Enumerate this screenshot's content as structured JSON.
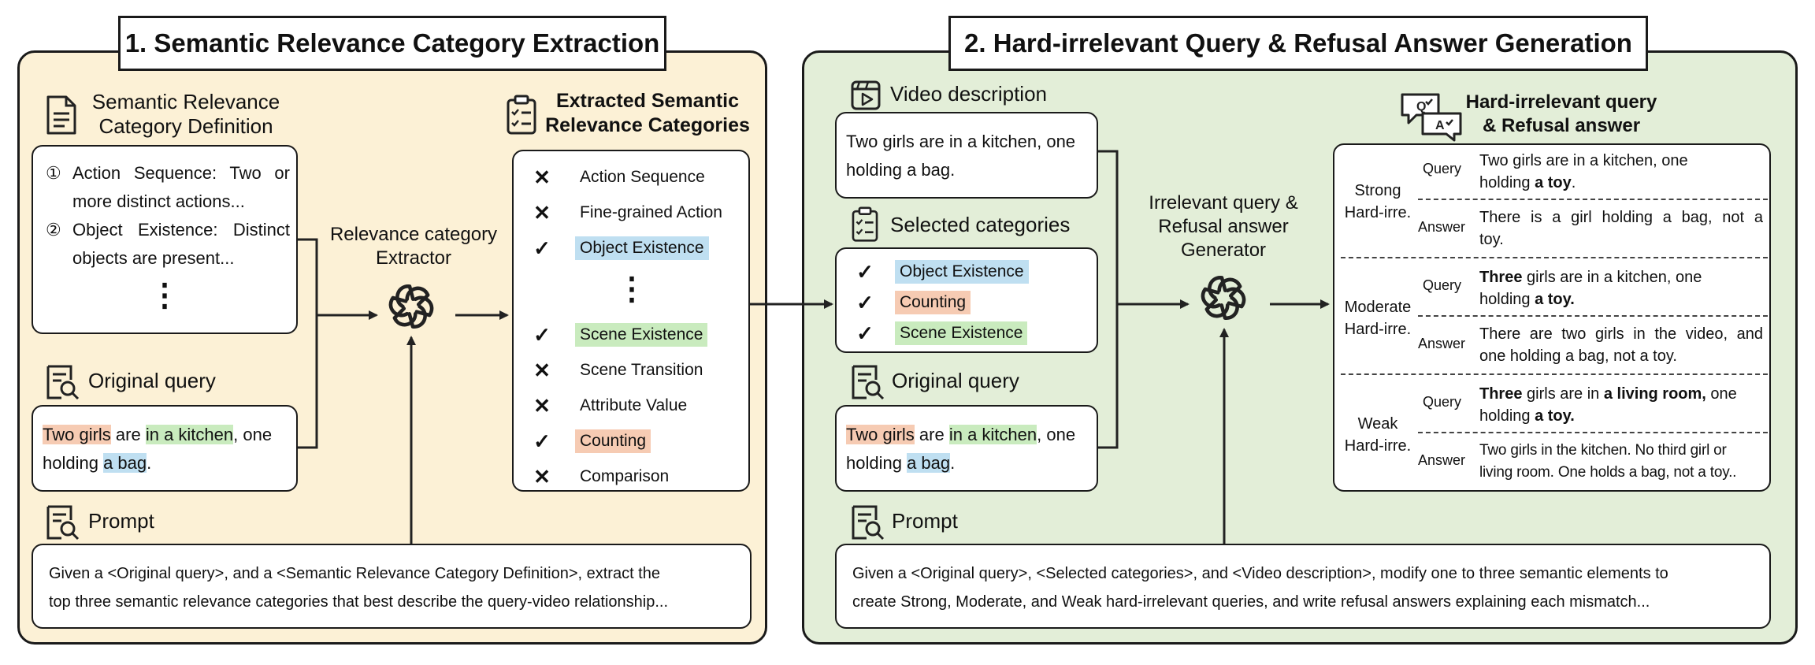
{
  "panel1": {
    "title": "1. Semantic Relevance Category Extraction",
    "definition_label": [
      "Semantic Relevance",
      "Category Definition"
    ],
    "definitions": [
      {
        "num": "①",
        "line1": "Action Sequence: Two or",
        "line2": "more distinct actions..."
      },
      {
        "num": "②",
        "line1": "Object Existence: Distinct",
        "line2": "objects are present..."
      }
    ],
    "ellipsis": "⋮",
    "extractor_label": [
      "Relevance category",
      "Extractor"
    ],
    "extracted_label": [
      "Extracted Semantic",
      "Relevance Categories"
    ],
    "categories_top": [
      {
        "mark": "✕",
        "name": "Action Sequence",
        "hl": ""
      },
      {
        "mark": "✕",
        "name": "Fine-grained Action",
        "hl": ""
      },
      {
        "mark": "✓",
        "name": "Object Existence",
        "hl": "blue"
      }
    ],
    "categories_bottom": [
      {
        "mark": "✓",
        "name": "Scene Existence",
        "hl": "green"
      },
      {
        "mark": "✕",
        "name": "Scene Transition",
        "hl": ""
      },
      {
        "mark": "✕",
        "name": "Attribute Value",
        "hl": ""
      },
      {
        "mark": "✓",
        "name": "Counting",
        "hl": "orange"
      },
      {
        "mark": "✕",
        "name": "Comparison",
        "hl": ""
      }
    ],
    "query_label": "Original query",
    "query": {
      "p1": "Two girls",
      "p2": " are ",
      "p3": "in a kitchen",
      "p4": ", one",
      "p5": "holding ",
      "p6": "a bag",
      "p7": "."
    },
    "prompt_label": "Prompt",
    "prompt_lines": [
      "Given a <Original query>, and a <Semantic Relevance Category Definition>, extract the",
      "top three semantic relevance categories that best describe the query-video relationship..."
    ]
  },
  "panel2": {
    "title": "2. Hard-irrelevant Query & Refusal Answer Generation",
    "video_label": "Video description",
    "video_desc": [
      "Two girls are in a kitchen, one",
      "holding a bag."
    ],
    "selected_label": "Selected categories",
    "selected": [
      {
        "mark": "✓",
        "name": "Object Existence",
        "hl": "blue"
      },
      {
        "mark": "✓",
        "name": "Counting",
        "hl": "orange"
      },
      {
        "mark": "✓",
        "name": "Scene Existence",
        "hl": "green"
      }
    ],
    "query_label": "Original query",
    "query": {
      "p1": "Two girls",
      "p2": " are ",
      "p3": "in a kitchen",
      "p4": ", one",
      "p5": "holding ",
      "p6": "a bag",
      "p7": "."
    },
    "generator_label": [
      "Irrelevant query &",
      "Refusal answer",
      "Generator"
    ],
    "result_label": [
      "Hard-irrelevant query",
      "& Refusal answer"
    ],
    "query_tag": "Query",
    "answer_tag": "Answer",
    "icon_q": "Q",
    "icon_a": "A",
    "levels": [
      {
        "name": [
          "Strong",
          "Hard-irre."
        ],
        "query": {
          "a": "Two girls are in a kitchen, one",
          "b": "holding ",
          "c": "a toy",
          "d": "."
        },
        "answer": [
          "There is a girl holding a bag, not a",
          "toy."
        ]
      },
      {
        "name": [
          "Moderate",
          "Hard-irre."
        ],
        "query": {
          "a": "Three",
          "b": " girls are in a kitchen, one",
          "c": "holding ",
          "d": "a toy."
        },
        "answer": [
          "There are two girls in the video, and",
          "one holding a bag, not a toy."
        ]
      },
      {
        "name": [
          "Weak",
          "Hard-irre."
        ],
        "query": {
          "a": "Three",
          "b": " girls are in ",
          "c": "a living room,",
          "d": " one",
          "e": "holding ",
          "f": "a toy."
        },
        "answer": [
          "Two girls in the kitchen. No third girl or",
          "living room. One holds a bag, not a toy.."
        ]
      }
    ],
    "prompt_label": "Prompt",
    "prompt_lines": [
      "Given a <Original query>, <Selected categories>, and <Video description>, modify one to three semantic elements to",
      "create Strong, Moderate, and Weak hard-irrelevant queries, and write refusal answers explaining each mismatch..."
    ]
  },
  "colors": {
    "panel1_bg": "#fcf1d6",
    "panel2_bg": "#e3eed8",
    "highlight_orange": "#f6cbb3",
    "highlight_green": "#c9ebbe",
    "highlight_blue": "#bfdff1"
  }
}
